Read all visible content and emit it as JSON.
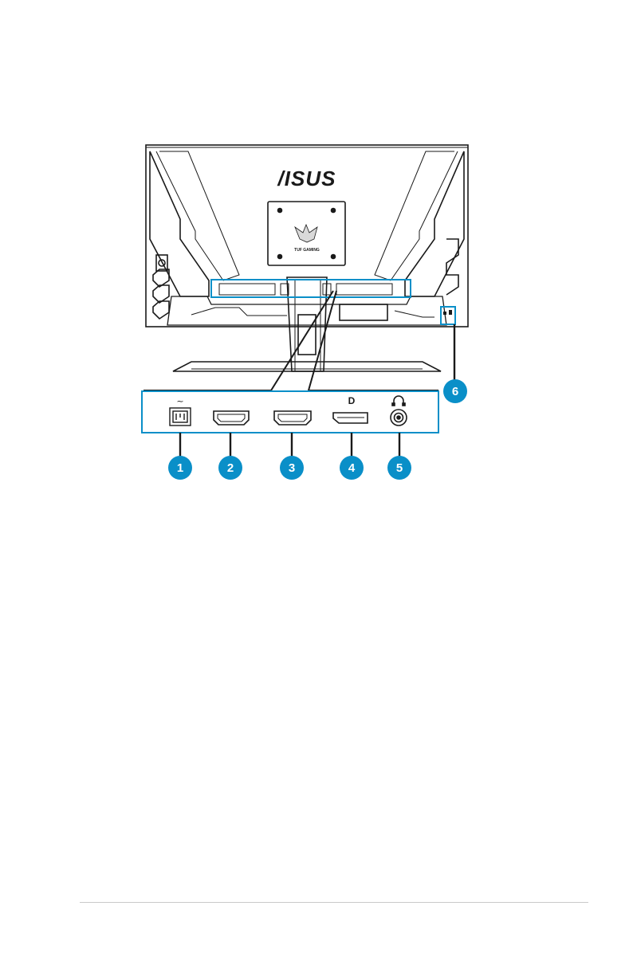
{
  "figure": {
    "brand_logo_text": "/ISUS",
    "vesa_logo_text": "TUF GAMING",
    "port_symbols": {
      "power": "~",
      "displayport": "D"
    },
    "callouts": [
      {
        "id": "callout-1",
        "number": "1",
        "target": "ac-power-port"
      },
      {
        "id": "callout-2",
        "number": "2",
        "target": "hdmi-port-1"
      },
      {
        "id": "callout-3",
        "number": "3",
        "target": "hdmi-port-2"
      },
      {
        "id": "callout-4",
        "number": "4",
        "target": "displayport-port"
      },
      {
        "id": "callout-5",
        "number": "5",
        "target": "earphone-jack"
      },
      {
        "id": "callout-6",
        "number": "6",
        "target": "kensington-lock-slot"
      }
    ],
    "colors": {
      "callout_accent": "#0a8fc8",
      "line_art": "#1a1a1a"
    },
    "icons": [
      "power-inlet-icon",
      "hdmi-icon",
      "displayport-icon",
      "headphone-icon",
      "kensington-lock-icon"
    ]
  }
}
